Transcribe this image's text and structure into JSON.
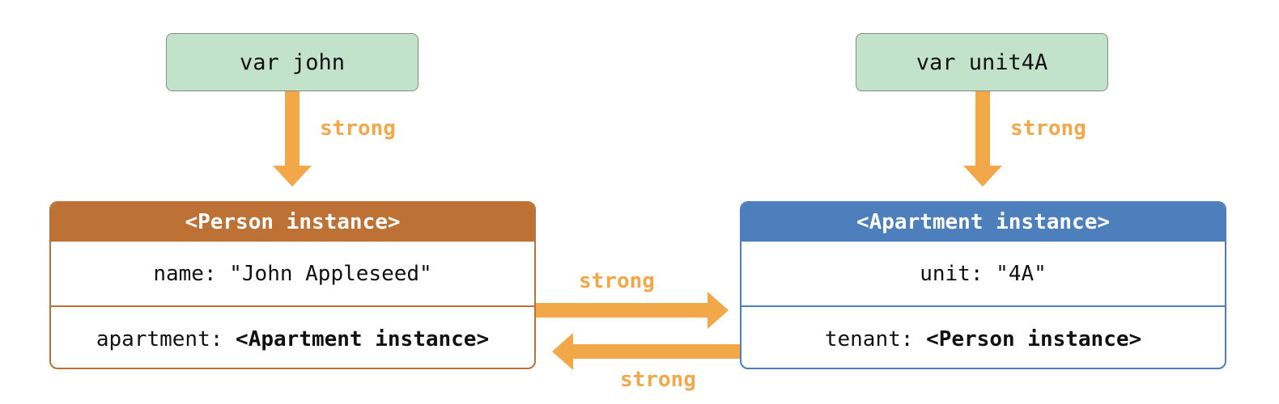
{
  "variables": {
    "john": "var john",
    "unit4A": "var unit4A"
  },
  "person_instance": {
    "header": "<Person instance>",
    "name_key": "name: ",
    "name_value": "\"John Appleseed\"",
    "apartment_key": "apartment: ",
    "apartment_value": "<Apartment instance>"
  },
  "apartment_instance": {
    "header": "<Apartment instance>",
    "unit_key": "unit: ",
    "unit_value": "\"4A\"",
    "tenant_key": "tenant: ",
    "tenant_value": "<Person instance>"
  },
  "references": {
    "john_to_person": "strong",
    "unit4A_to_apartment": "strong",
    "person_to_apartment": "strong",
    "apartment_to_person": "strong"
  },
  "colors": {
    "var_fill": "#c3e2ca",
    "person_accent": "#be7134",
    "apartment_accent": "#4d7fbc",
    "strong_arrow": "#f2a849"
  }
}
